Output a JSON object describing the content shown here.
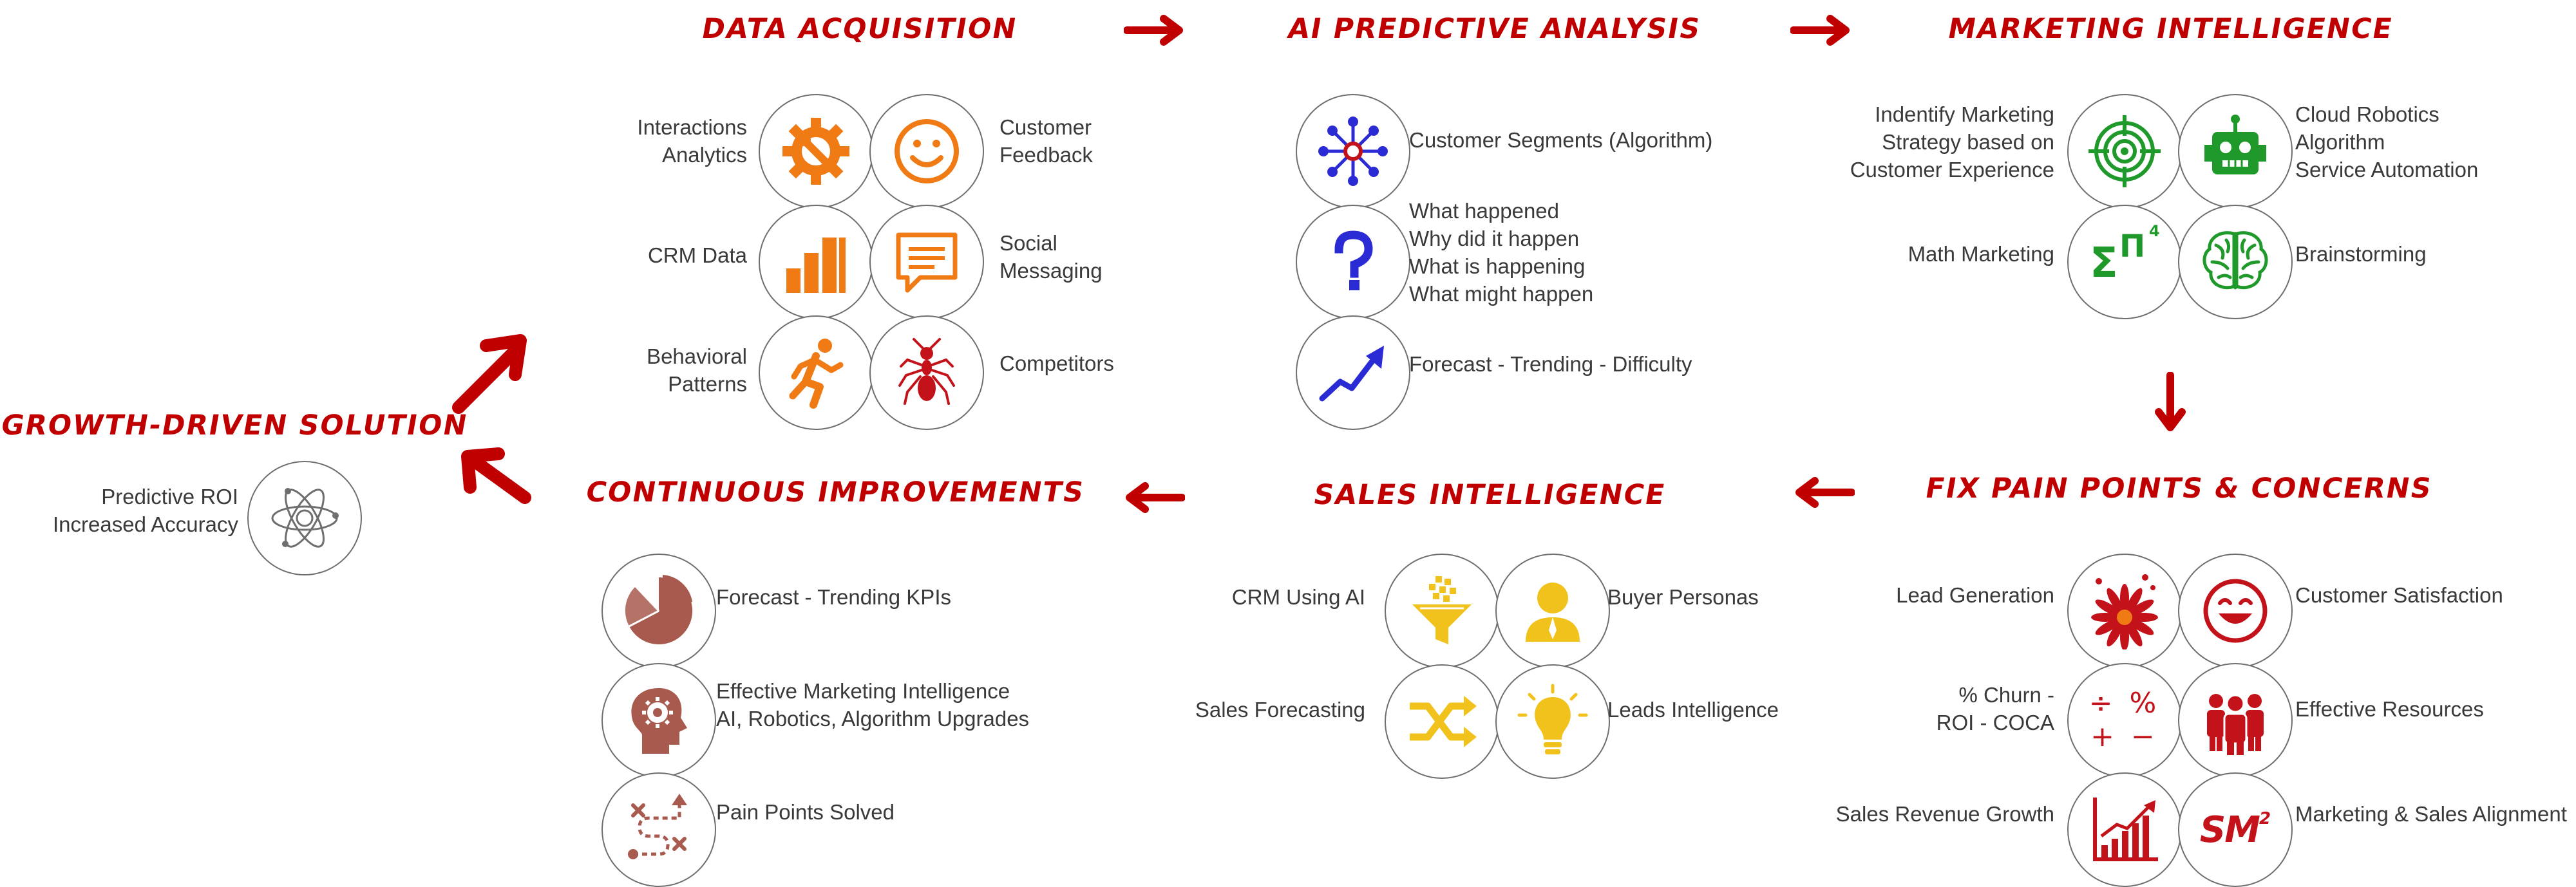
{
  "colors": {
    "heading": "#c00000",
    "orange": "#f07a14",
    "blue": "#2b2bd6",
    "green": "#1f9a2a",
    "red": "#c4121a",
    "yellow": "#f2c21c",
    "brown": "#a85a4e",
    "gray": "#6e6e6e"
  },
  "sections": {
    "data_acquisition": {
      "title": "DATA ACQUISITION",
      "items": [
        {
          "label": "Interactions\nAnalytics",
          "icon": "gear-wrench-icon"
        },
        {
          "label": "Customer\nFeedback",
          "icon": "smiley-icon"
        },
        {
          "label": "CRM Data",
          "icon": "bar-chart-icon"
        },
        {
          "label": "Social\nMessaging",
          "icon": "message-icon"
        },
        {
          "label": "Behavioral\nPatterns",
          "icon": "running-person-icon"
        },
        {
          "label": "Competitors",
          "icon": "ant-icon"
        }
      ]
    },
    "ai_predictive_analysis": {
      "title": "AI PREDICTIVE ANALYSIS",
      "items": [
        {
          "label": "Customer Segments (Algorithm)",
          "icon": "network-icon"
        },
        {
          "label": "What happened\nWhy did it happen\nWhat is happening\nWhat might happen",
          "icon": "question-icon"
        },
        {
          "label": "Forecast - Trending - Difficulty",
          "icon": "trend-arrow-icon"
        }
      ]
    },
    "marketing_intelligence": {
      "title": "MARKETING INTELLIGENCE",
      "items": [
        {
          "label": "Indentify Marketing\nStrategy based on\nCustomer Experience",
          "icon": "target-icon"
        },
        {
          "label": "Cloud Robotics\nAlgorithm\nService Automation",
          "icon": "robot-icon"
        },
        {
          "label": "Math Marketing",
          "icon": "math-icon",
          "glyph": "Σ",
          "glyph2": "Π",
          "sup": "4"
        },
        {
          "label": "Brainstorming",
          "icon": "brain-icon"
        }
      ]
    },
    "fix_pain_points": {
      "title": "FIX PAIN POINTS & CONCERNS",
      "items": [
        {
          "label": "Lead Generation",
          "icon": "flower-icon"
        },
        {
          "label": "Customer Satisfaction",
          "icon": "happy-face-icon"
        },
        {
          "label": "% Churn -\nROI - COCA",
          "icon": "math-symbols-icon",
          "glyph": "÷ %\n+ −"
        },
        {
          "label": "Effective Resources",
          "icon": "people-icon"
        },
        {
          "label": "Sales Revenue Growth",
          "icon": "growth-chart-icon"
        },
        {
          "label": "Marketing & Sales Alignment",
          "icon": "sm2-icon",
          "glyph": "SM",
          "sup": "2"
        }
      ]
    },
    "sales_intelligence": {
      "title": "SALES INTELLIGENCE",
      "items": [
        {
          "label": "CRM Using AI",
          "icon": "funnel-icon"
        },
        {
          "label": "Buyer Personas",
          "icon": "person-icon"
        },
        {
          "label": "Sales Forecasting",
          "icon": "shuffle-icon"
        },
        {
          "label": "Leads Intelligence",
          "icon": "lightbulb-icon"
        }
      ]
    },
    "continuous_improvements": {
      "title": "CONTINUOUS IMPROVEMENTS",
      "items": [
        {
          "label": "Forecast - Trending KPIs",
          "icon": "pie-chart-icon"
        },
        {
          "label": "Effective Marketing Intelligence\nAI, Robotics, Algorithm Upgrades",
          "icon": "brain-gear-icon"
        },
        {
          "label": "Pain Points Solved",
          "icon": "path-icon"
        }
      ]
    },
    "growth_driven_solution": {
      "title": "GROWTH-DRIVEN SOLUTION",
      "items": [
        {
          "label": "Predictive ROI\nIncreased Accuracy",
          "icon": "atom-icon"
        }
      ]
    }
  }
}
